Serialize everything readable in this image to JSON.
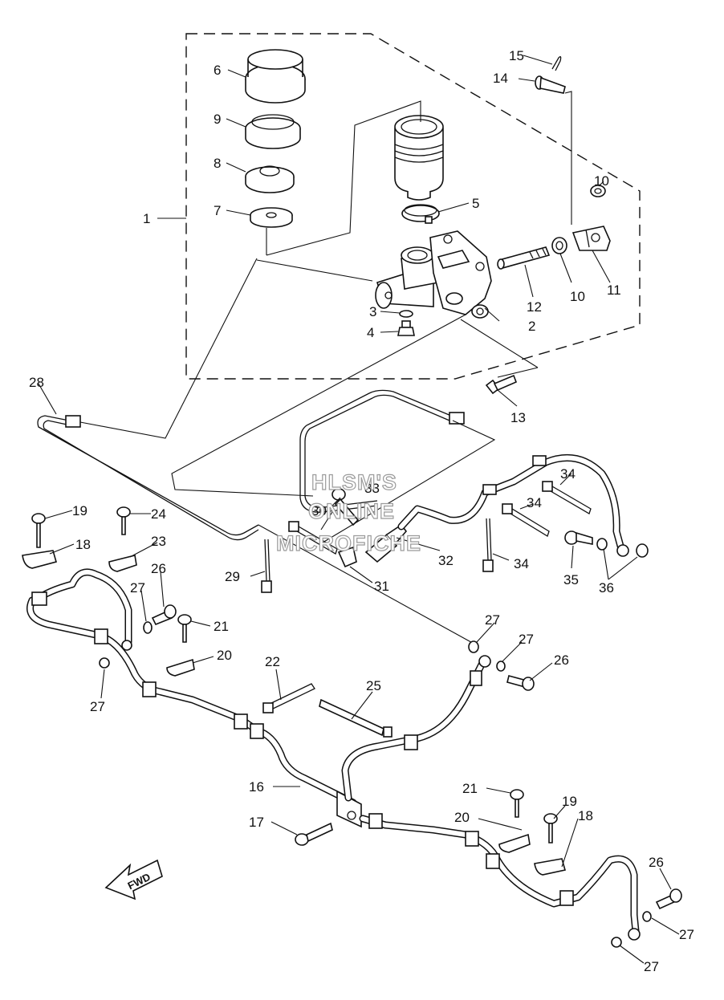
{
  "watermark": {
    "line1": "HLSM'S",
    "line2": "ONLINE",
    "line3": "MICROFICHE"
  },
  "direction_arrow": {
    "label": "FWD"
  },
  "callouts": {
    "c1": "1",
    "c2": "2",
    "c3": "3",
    "c4": "4",
    "c5": "5",
    "c6": "6",
    "c7": "7",
    "c8": "8",
    "c9": "9",
    "c10a": "10",
    "c10b": "10",
    "c11": "11",
    "c12": "12",
    "c13": "13",
    "c14": "14",
    "c15": "15",
    "c16": "16",
    "c17": "17",
    "c18a": "18",
    "c18b": "18",
    "c19a": "19",
    "c19b": "19",
    "c20a": "20",
    "c20b": "20",
    "c21a": "21",
    "c21b": "21",
    "c22": "22",
    "c23": "23",
    "c24": "24",
    "c25": "25",
    "c26a": "26",
    "c26b": "26",
    "c26c": "26",
    "c27a": "27",
    "c27b": "27",
    "c27c": "27",
    "c27d": "27",
    "c27e": "27",
    "c27f": "27",
    "c28": "28",
    "c29": "29",
    "c30": "30",
    "c31": "31",
    "c32": "32",
    "c33": "33",
    "c34a": "34",
    "c34b": "34",
    "c34c": "34",
    "c35": "35",
    "c36": "36"
  },
  "icons": [
    "master-cylinder",
    "reservoir",
    "brake-hose",
    "bolt",
    "washer",
    "clamp",
    "cable-tie",
    "fwd-arrow"
  ]
}
